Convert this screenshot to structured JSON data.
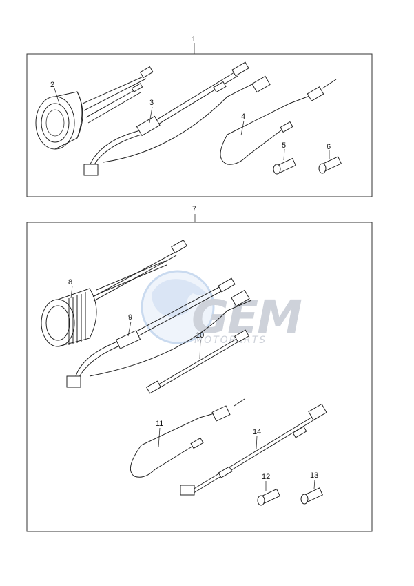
{
  "callouts": {
    "c1": "1",
    "c2": "2",
    "c3": "3",
    "c4": "4",
    "c5": "5",
    "c6": "6",
    "c7": "7",
    "c8": "8",
    "c9": "9",
    "c10": "10",
    "c11": "11",
    "c12": "12",
    "c13": "13",
    "c14": "14"
  },
  "watermark": {
    "brand": "GEM",
    "sub": "MOTOPARTS"
  }
}
